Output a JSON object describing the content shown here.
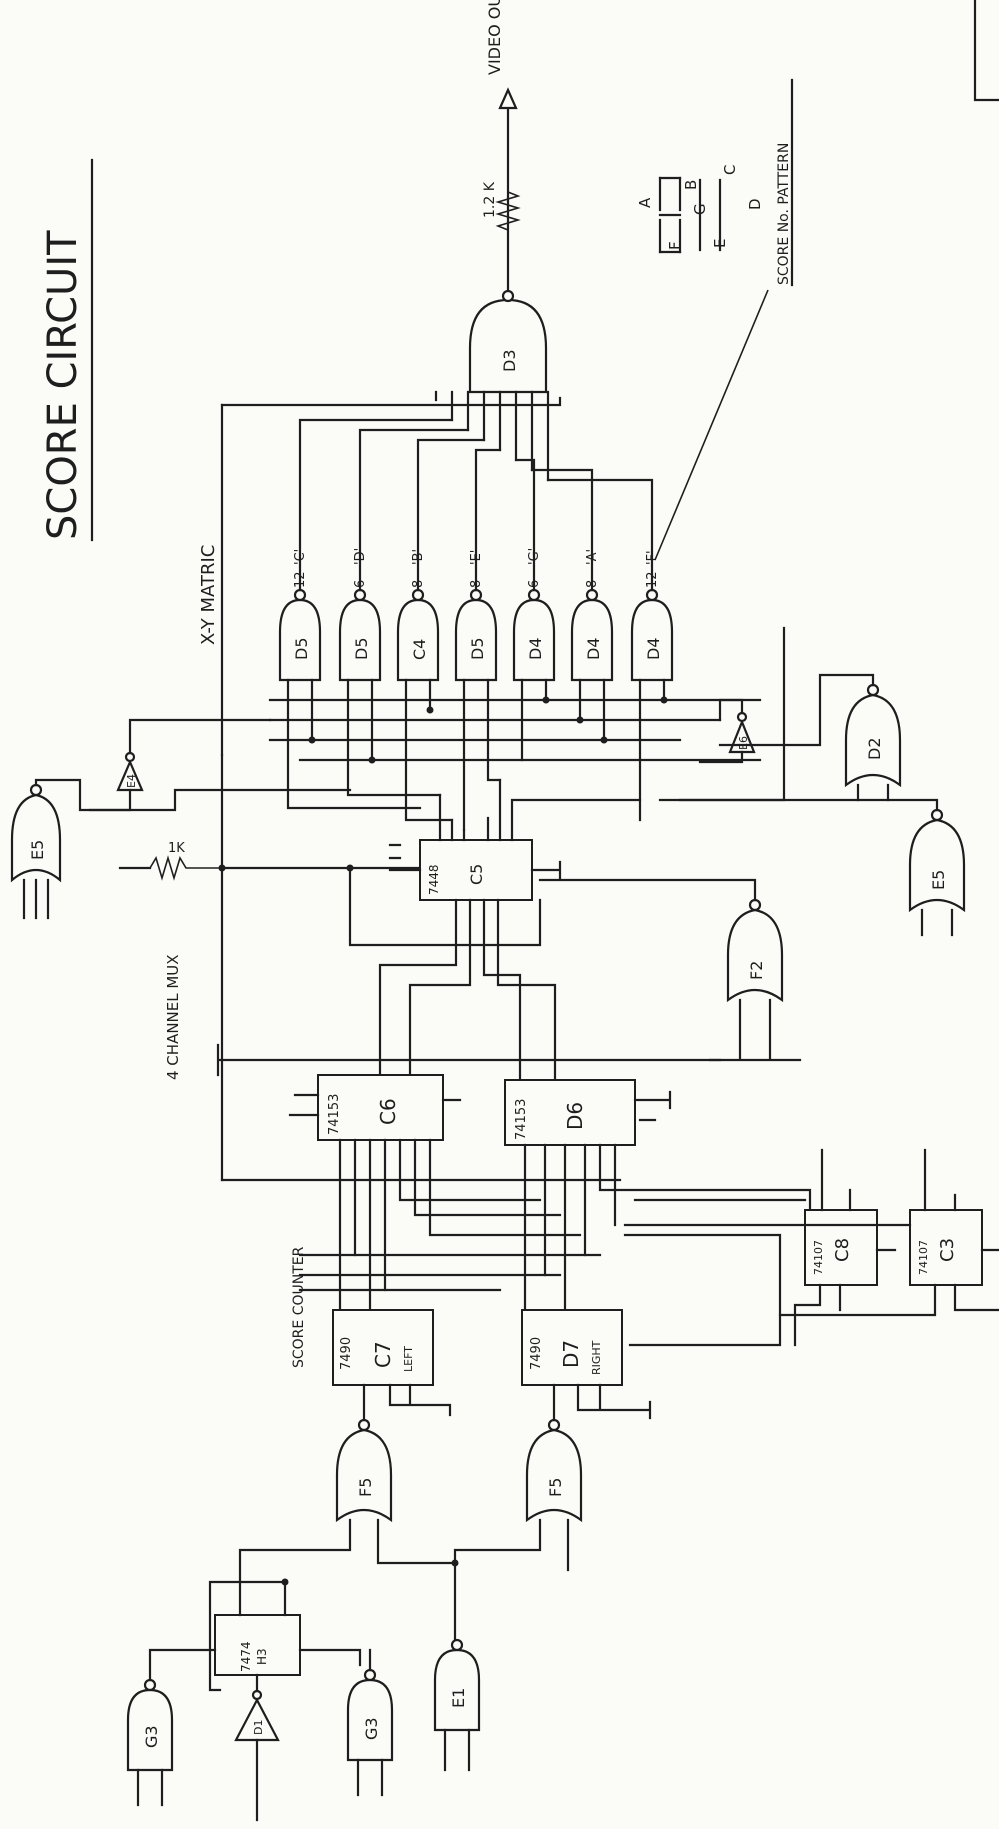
{
  "title": "SCORE CIRCUIT",
  "matrix_label": "X-Y MATRIC",
  "video_label": "VIDEO OUT",
  "resistor_video": "1.2 K",
  "resistor_pullup": "1K",
  "mux_label": "4 CHANNEL MUX",
  "counter_label": "SCORE COUNTER",
  "legend": {
    "caption": "SCORE No. PATTERN",
    "segments": [
      "A",
      "B",
      "C",
      "D",
      "E",
      "F",
      "G"
    ]
  },
  "output_gate": "D3",
  "segment_gates": [
    {
      "id": "D5",
      "pin": "12",
      "seg": "'C'"
    },
    {
      "id": "D5",
      "pin": "6",
      "seg": "'D'"
    },
    {
      "id": "C4",
      "pin": "8",
      "seg": "'B'"
    },
    {
      "id": "D5",
      "pin": "8",
      "seg": "'E'"
    },
    {
      "id": "D4",
      "pin": "6",
      "seg": "'G'"
    },
    {
      "id": "D4",
      "pin": "8",
      "seg": "'A'"
    },
    {
      "id": "D4",
      "pin": "12",
      "seg": "'F'"
    }
  ],
  "chips": {
    "c5": {
      "part": "7448",
      "id": "C5"
    },
    "c6": {
      "part": "74153",
      "id": "C6"
    },
    "d6": {
      "part": "74153",
      "id": "D6"
    },
    "c7": {
      "part": "7490",
      "id": "C7",
      "side": "LEFT"
    },
    "d7": {
      "part": "7490",
      "id": "D7",
      "side": "RIGHT"
    },
    "c8": {
      "part": "74107",
      "id": "C8"
    },
    "c3": {
      "part": "74107",
      "id": "C3"
    },
    "h3": {
      "part": "7474",
      "id": "H3"
    }
  },
  "gates": {
    "e4": "E4",
    "e5_top": "E5",
    "e6": "E6",
    "d2": "D2",
    "e5_right": "E5",
    "f2": "F2",
    "f5_left": "F5",
    "f5_right": "F5",
    "g3_left": "G3",
    "g3_right": "G3",
    "d1": "D1",
    "e1": "E1"
  }
}
